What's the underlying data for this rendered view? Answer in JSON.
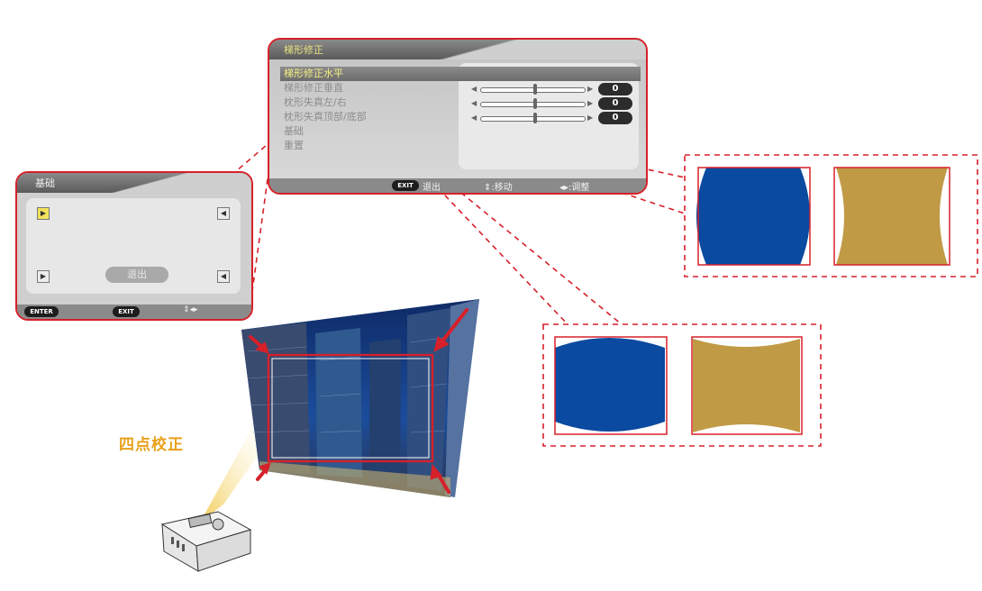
{
  "main_menu": {
    "title": "梯形修正",
    "items": [
      {
        "label": "梯形修正水平",
        "value": "0"
      },
      {
        "label": "梯形修正垂直",
        "value": "0"
      },
      {
        "label": "枕形失真左/右",
        "value": "0"
      },
      {
        "label": "枕形失真顶部/底部",
        "value": "0"
      },
      {
        "label": "基础"
      },
      {
        "label": "重置"
      }
    ],
    "footer": {
      "exit_key": "EXIT",
      "exit_label": "退出",
      "move_hint": "⇕:移动",
      "adjust_hint": "◂▸:调整"
    }
  },
  "basic_menu": {
    "title": "基础",
    "exit_button": "退出",
    "footer": {
      "enter_key": "ENTER",
      "exit_key": "EXIT",
      "nav_hint": "⇕◂▸"
    }
  },
  "four_point_label": "四点校正",
  "colors": {
    "accent_red": "#d6202a",
    "shape_blue": "#0a4aa0",
    "shape_gold": "#c09a45",
    "label_orange": "#e8a01a"
  }
}
